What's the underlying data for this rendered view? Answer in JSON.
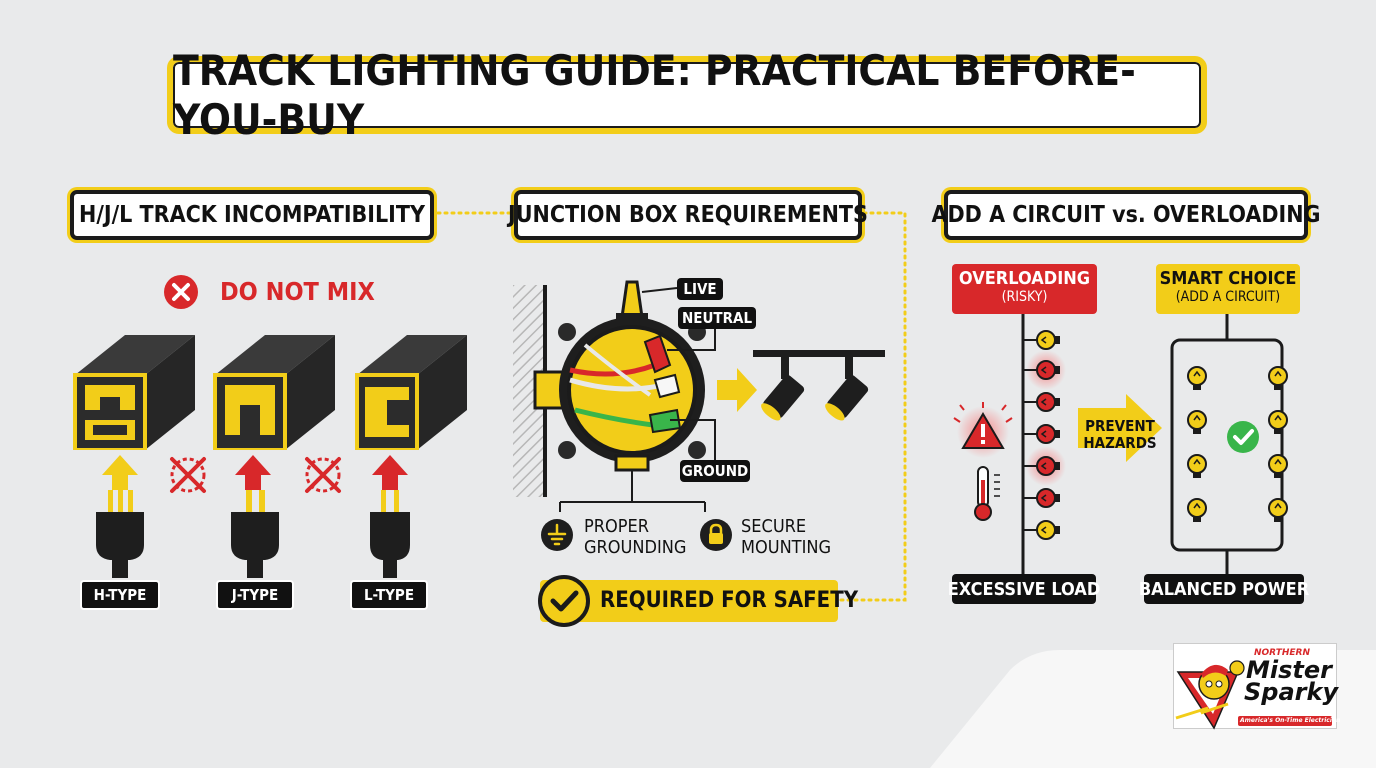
{
  "title": "TRACK LIGHTING GUIDE: PRACTICAL BEFORE-YOU-BUY",
  "sections": {
    "track": {
      "header": "H/J/L TRACK INCOMPATIBILITY",
      "warning": "DO NOT MIX",
      "types": [
        "H-TYPE",
        "J-TYPE",
        "L-TYPE"
      ]
    },
    "junction": {
      "header": "JUNCTION BOX REQUIREMENTS",
      "wire_labels": {
        "live": "LIVE",
        "neutral": "NEUTRAL",
        "ground": "GROUND"
      },
      "features": [
        {
          "line1": "PROPER",
          "line2": "GROUNDING",
          "icon": "ground-icon"
        },
        {
          "line1": "SECURE",
          "line2": "MOUNTING",
          "icon": "lock-icon"
        }
      ],
      "required": "REQUIRED FOR SAFETY"
    },
    "circuit": {
      "header": "ADD A CIRCUIT vs. OVERLOADING",
      "overloading": {
        "line1": "OVERLOADING",
        "line2": "(RISKY)"
      },
      "smart": {
        "line1": "SMART CHOICE",
        "line2": "(ADD A CIRCUIT)"
      },
      "prevent": {
        "line1": "PREVENT",
        "line2": "HAZARDS"
      },
      "excessive": "EXCESSIVE LOAD",
      "balanced": "BALANCED POWER"
    }
  },
  "logo": {
    "line1": "NORTHERN",
    "line2": "Mister",
    "line3": "Sparky",
    "tagline": "America's On-Time Electrician"
  },
  "colors": {
    "accent_yellow": "#f2cd19",
    "danger_red": "#d8282a",
    "ink": "#111111",
    "ok_green": "#39b54a",
    "background": "#e9eaeb"
  }
}
